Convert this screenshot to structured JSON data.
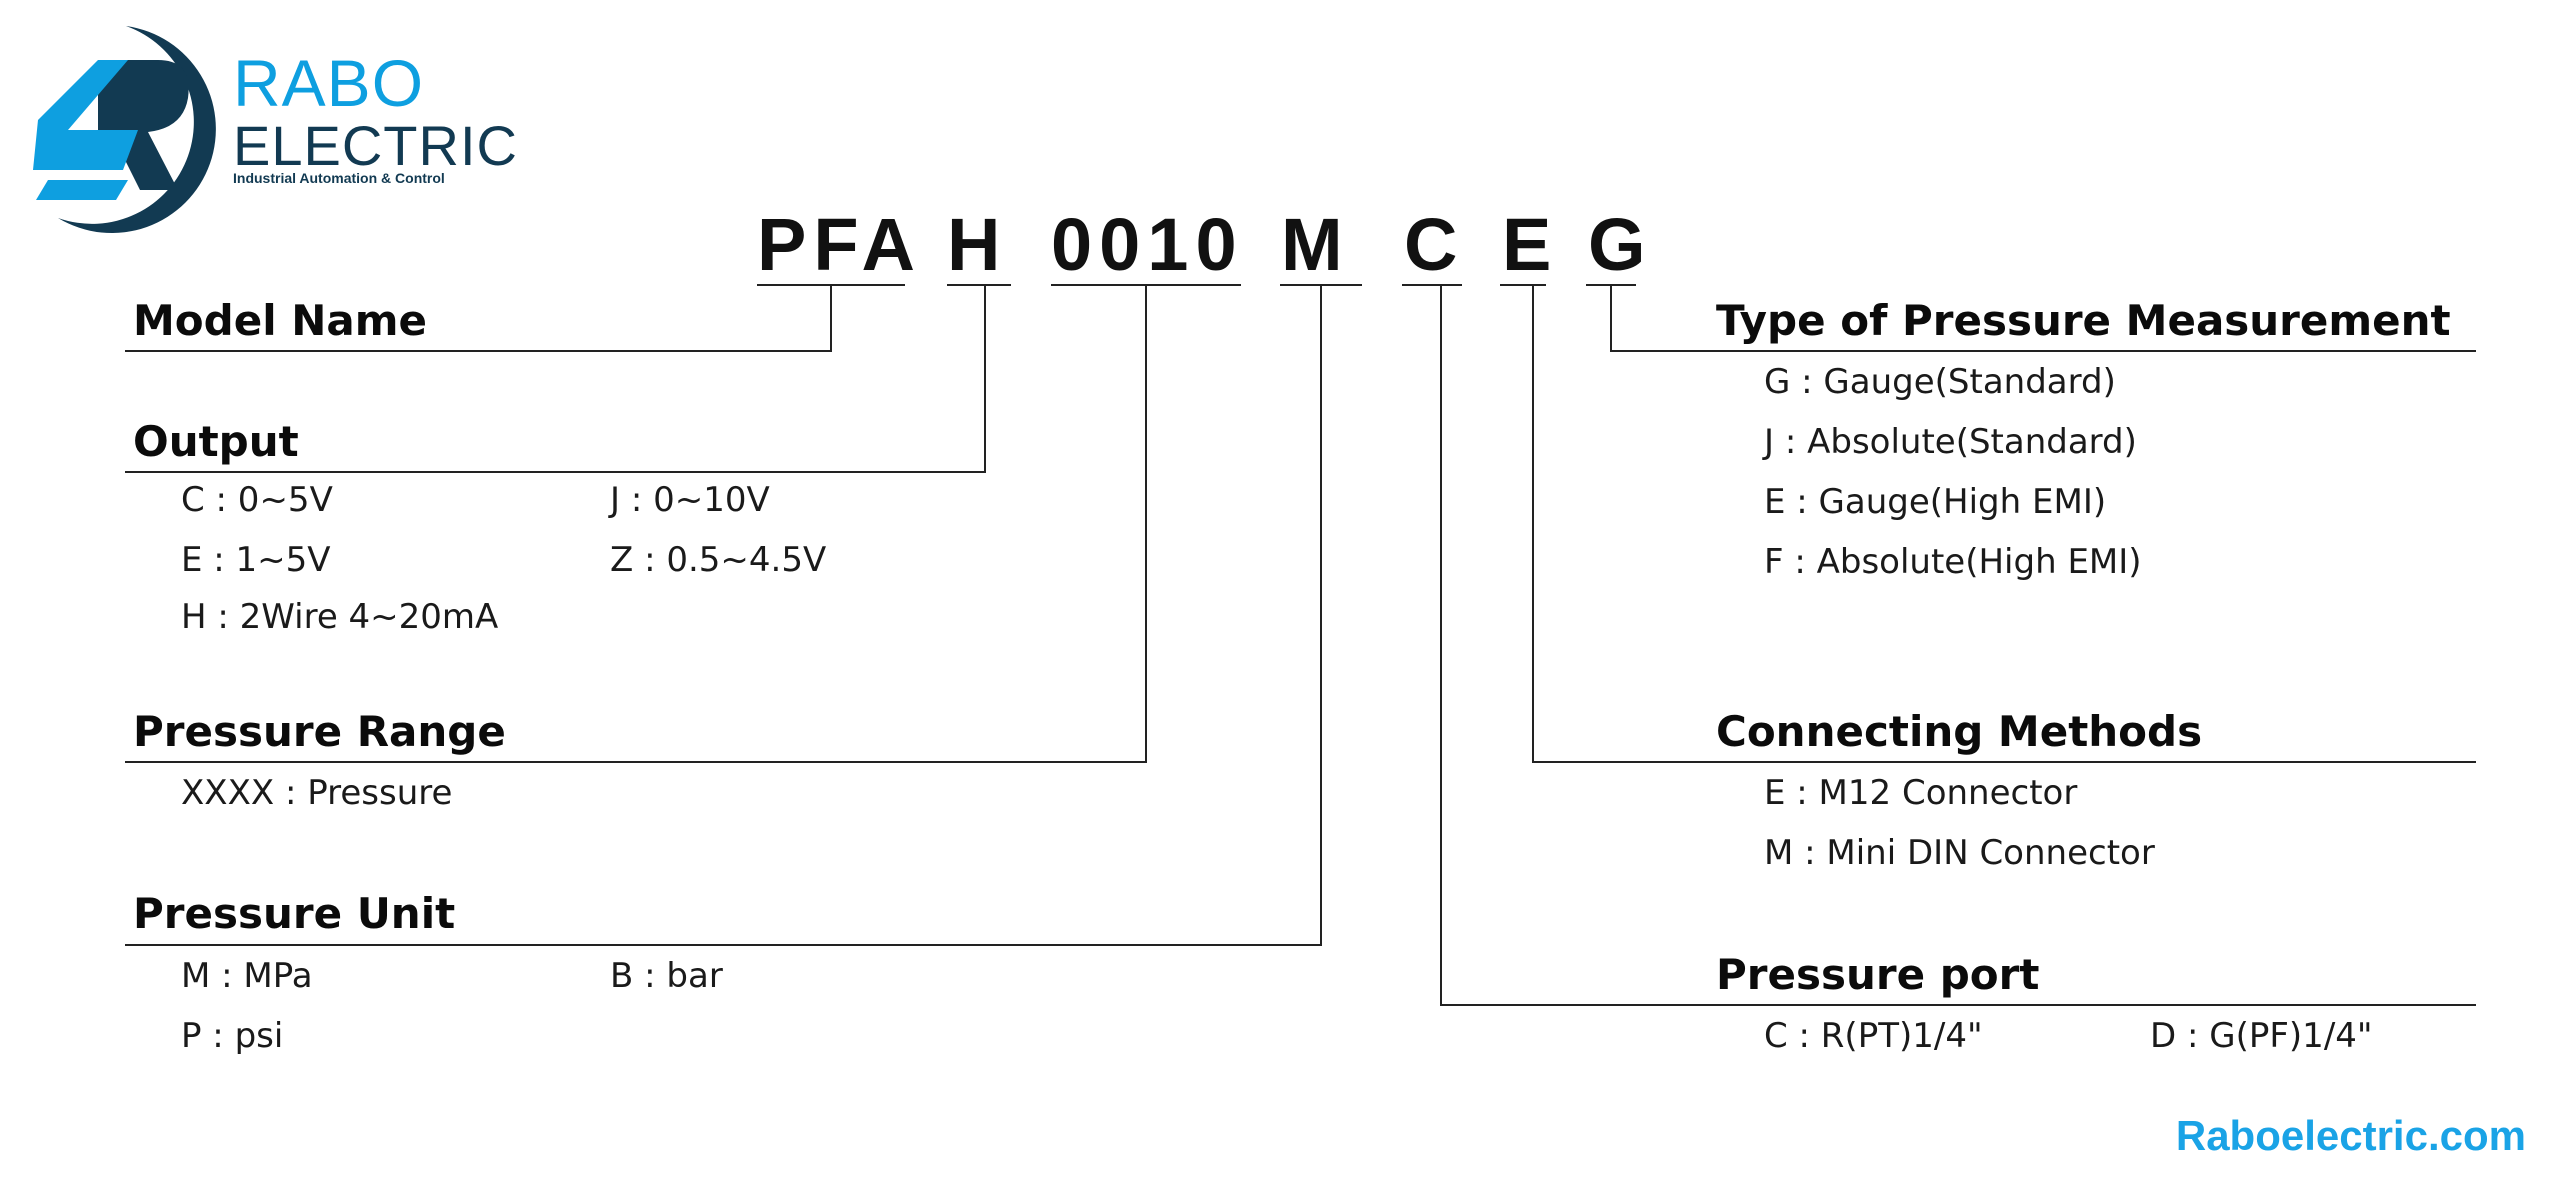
{
  "logo": {
    "name": "RABO",
    "sub": "ELECTRIC",
    "tagline": "Industrial Automation & Control",
    "colors": {
      "blue": "#0e9fe0",
      "dark": "#123a52"
    }
  },
  "code": {
    "parts": [
      "PFA",
      "H",
      "0010",
      "M",
      "C",
      "E",
      "G"
    ]
  },
  "sections": {
    "model_name": {
      "title": "Model Name"
    },
    "output": {
      "title": "Output",
      "items": [
        "C : 0~5V",
        "J : 0~10V",
        "E : 1~5V",
        "Z : 0.5~4.5V",
        "H : 2Wire 4~20mA"
      ]
    },
    "pressure_range": {
      "title": "Pressure Range",
      "items": [
        "XXXX : Pressure"
      ]
    },
    "pressure_unit": {
      "title": "Pressure Unit",
      "items": [
        "M : MPa",
        "B : bar",
        "P : psi"
      ]
    },
    "measurement_type": {
      "title": "Type of Pressure Measurement",
      "items": [
        "G : Gauge(Standard)",
        "J : Absolute(Standard)",
        "E : Gauge(High EMI)",
        "F : Absolute(High EMI)"
      ]
    },
    "connecting_methods": {
      "title": "Connecting Methods",
      "items": [
        "E : M12 Connector",
        "M : Mini DIN Connector"
      ]
    },
    "pressure_port": {
      "title": "Pressure port",
      "items": [
        "C : R(PT)1/4\"",
        "D : G(PF)1/4\""
      ]
    }
  },
  "footer": {
    "website": "Raboelectric.com",
    "color": "#1aa3e6"
  }
}
